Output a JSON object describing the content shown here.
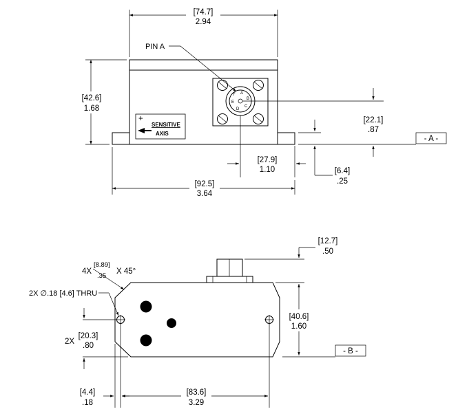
{
  "top_view": {
    "width": {
      "mm": "[74.7]",
      "in": "2.94"
    },
    "height": {
      "mm": "[42.6]",
      "in": "1.68"
    },
    "connector_height": {
      "mm": "[22.1]",
      "in": ".87"
    },
    "connector_offset": {
      "mm": "[27.9]",
      "in": "1.10"
    },
    "flange_thickness": {
      "mm": "[6.4]",
      "in": ".25"
    },
    "overall_width": {
      "mm": "[92.5]",
      "in": "3.64"
    },
    "pin_label": "PIN A",
    "datum": "- A -",
    "sensitive_plus": "+",
    "sensitive_line1": "SENSITIVE",
    "sensitive_line2": "AXIS",
    "pin_letters": [
      "A",
      "B",
      "C",
      "D",
      "E",
      "F"
    ]
  },
  "bottom_view": {
    "chamfer": {
      "count": "4X",
      "mm": "[8.89]",
      "in": ".35",
      "angle": "X 45°"
    },
    "hole_callout": "2X ∅.18 [4.6] THRU",
    "connector_height": {
      "mm": "[12.7]",
      "in": ".50"
    },
    "height": {
      "mm": "[40.6]",
      "in": "1.60"
    },
    "hole_spacing": {
      "count": "2X",
      "mm": "[20.3]",
      "in": ".80"
    },
    "hole_edge": {
      "mm": "[4.4]",
      "in": ".18"
    },
    "hole_pitch": {
      "mm": "[83.6]",
      "in": "3.29"
    },
    "datum": "- B -"
  }
}
